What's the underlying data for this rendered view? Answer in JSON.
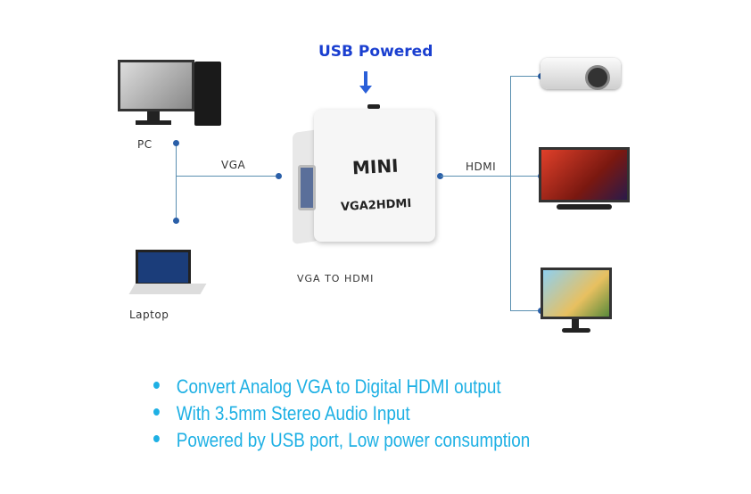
{
  "title": "USB Powered",
  "device": {
    "brand": "MINI",
    "model": "VGA2HDMI",
    "caption": "VGA TO HDMI"
  },
  "sources": {
    "pc_label": "PC",
    "laptop_label": "Laptop",
    "input_label": "VGA"
  },
  "outputs": {
    "output_label": "HDMI",
    "devices": [
      "projector-icon",
      "tv-icon",
      "monitor-icon"
    ]
  },
  "features": [
    "Convert Analog VGA to Digital HDMI output",
    "With 3.5mm Stereo Audio Input",
    "Powered by USB port, Low power consumption"
  ],
  "colors": {
    "title": "#1a3fd0",
    "features": "#1eb0e4",
    "lines": "#5a8fb0",
    "dots": "#2a5fa8"
  }
}
